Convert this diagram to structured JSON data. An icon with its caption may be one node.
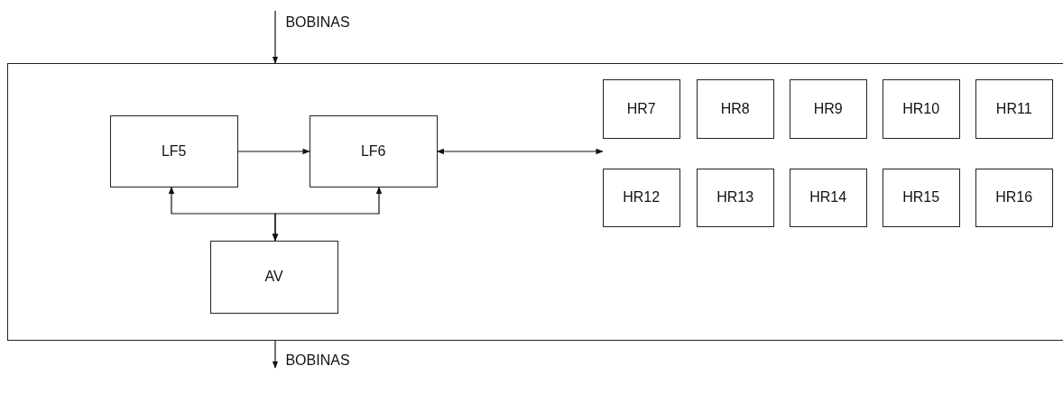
{
  "diagram": {
    "nodes": [
      {
        "text": [],
        "shape": "box"
      },
      {
        "text": [
          "LF5"
        ],
        "in": 0
      },
      {
        "text": [
          "LF6"
        ],
        "in": 0
      },
      {
        "text": [
          "AV"
        ],
        "in": 0
      },
      {
        "text": [
          "HR7"
        ],
        "in": 0
      },
      {
        "text": [
          "HR8"
        ],
        "in": 0
      },
      {
        "text": [
          "HR9"
        ],
        "in": 0
      },
      {
        "text": [
          "HR10"
        ],
        "in": 0
      },
      {
        "text": [
          "HR11"
        ],
        "in": 0
      },
      {
        "text": [
          "HR12"
        ],
        "in": 0
      },
      {
        "text": [
          "HR13"
        ],
        "in": 0
      },
      {
        "text": [
          "HR14"
        ],
        "in": 0
      },
      {
        "text": [
          "HR15"
        ],
        "in": 0
      },
      {
        "text": [
          "HR16"
        ],
        "in": 0
      },
      {
        "text": [
          "BOBINAS"
        ]
      },
      {
        "text": [
          "BOBINAS"
        ]
      }
    ],
    "edges": [
      {
        "from": 14,
        "to": 0,
        "arrow": "to"
      },
      {
        "from": 0,
        "to": 15,
        "arrow": "to"
      },
      {
        "from": 1,
        "to": 2,
        "arrow": "to"
      },
      {
        "from": 2,
        "to": 4,
        "arrow": "both"
      },
      {
        "from": 3,
        "to": 1,
        "arrow": "both"
      },
      {
        "from": 3,
        "to": 2,
        "arrow": "both"
      }
    ]
  }
}
